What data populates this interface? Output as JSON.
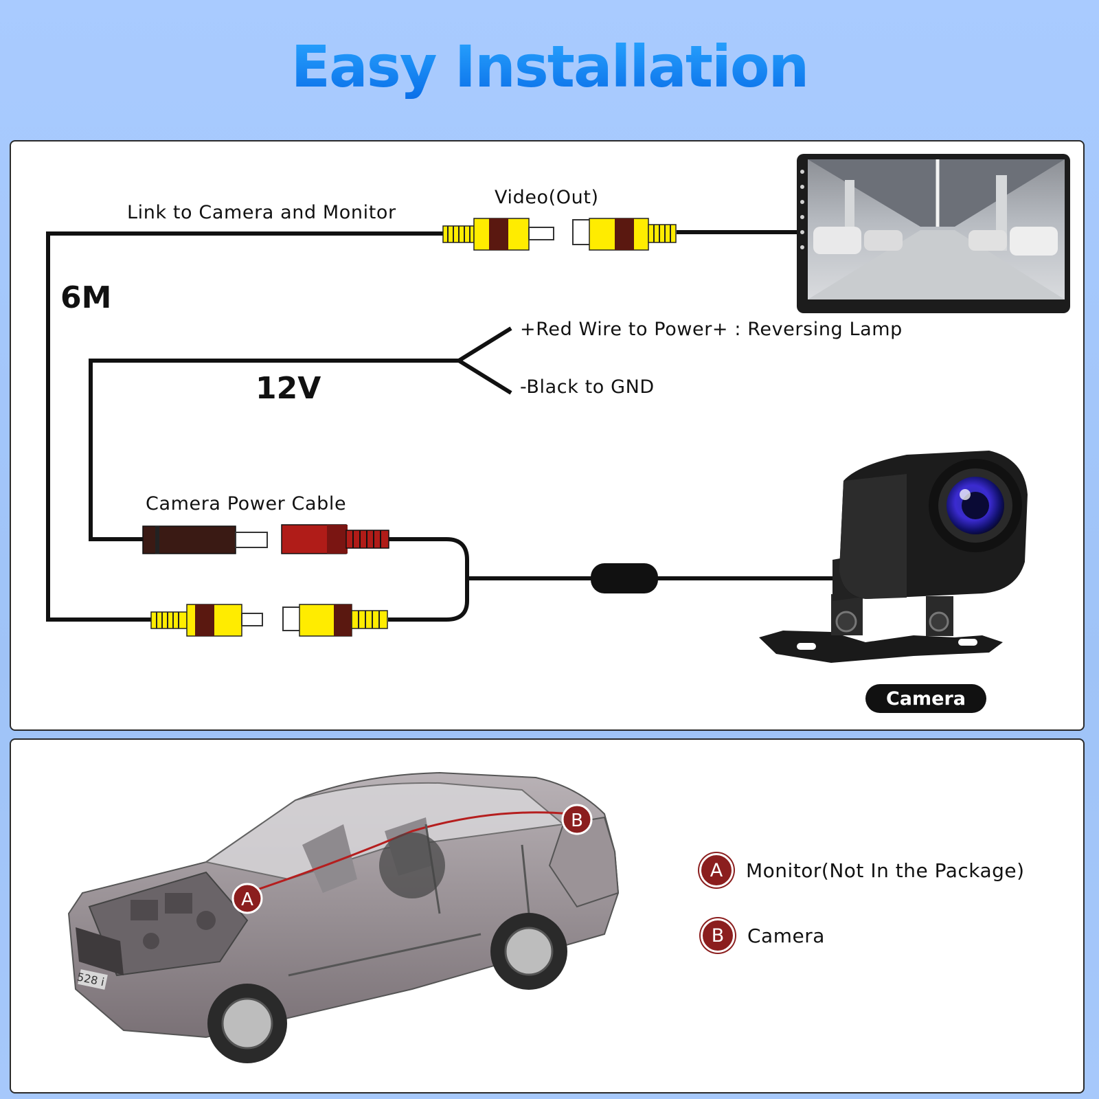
{
  "title": "Easy Installation",
  "diagram": {
    "link_label": "Link to Camera and Monitor",
    "video_out_label": "Video(Out)",
    "length_label": "6M",
    "voltage_label": "12V",
    "red_wire_label": "+Red Wire to Power+ : Reversing Lamp",
    "black_wire_label": "-Black to GND",
    "power_cable_label": "Camera Power Cable",
    "camera_tag": "Camera"
  },
  "car": {
    "badge_a": "A",
    "badge_b": "B",
    "plate_text": "528 i"
  },
  "legend": {
    "items": [
      {
        "badge": "A",
        "label": "Monitor(Not In the Package)"
      },
      {
        "badge": "B",
        "label": "Camera"
      }
    ]
  },
  "colors": {
    "accent_title": "#1a7ff0",
    "badge": "#8b1e1e",
    "rca_yellow": "#ffec00",
    "rca_red": "#b01c18"
  }
}
